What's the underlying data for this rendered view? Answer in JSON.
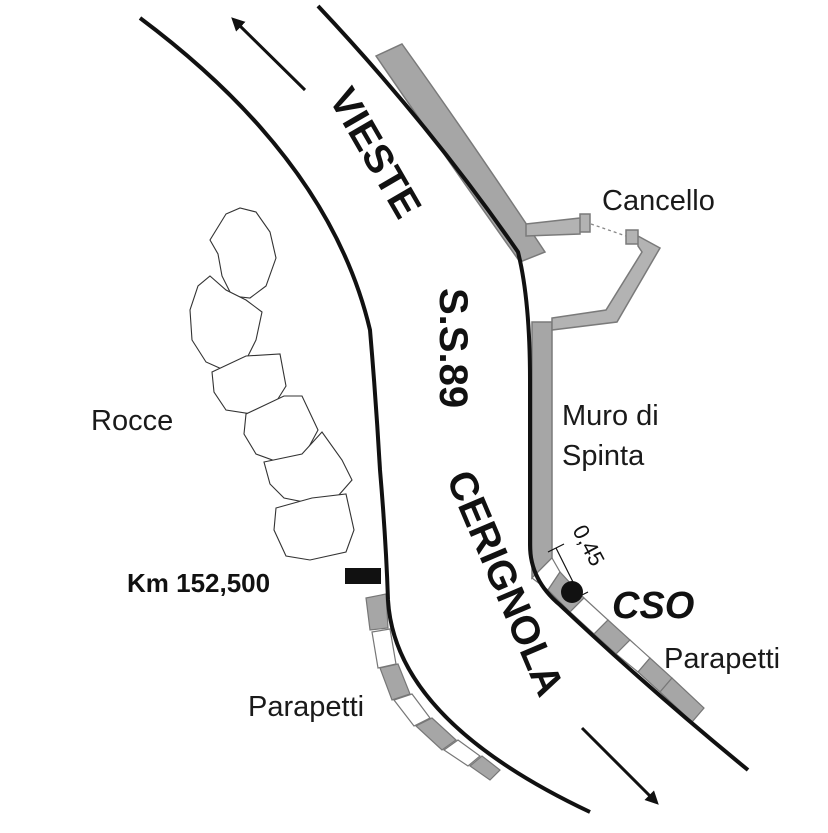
{
  "labels": {
    "rocce": "Rocce",
    "cancello": "Cancello",
    "muro_line1": "Muro di",
    "muro_line2": "Spinta",
    "parapetti_left": "Parapetti",
    "parapetti_right": "Parapetti",
    "km": "Km 152,500",
    "cso": "CSO",
    "dimension": "0,45"
  },
  "road": {
    "dest_north": "VIESTE",
    "route": "S.S.89",
    "dest_south": "CERIGNOLA"
  },
  "colors": {
    "line": "#111111",
    "wall_fill": "#a6a6a6",
    "wall_stroke": "#7a7a7a",
    "rock_stroke": "#333333"
  }
}
